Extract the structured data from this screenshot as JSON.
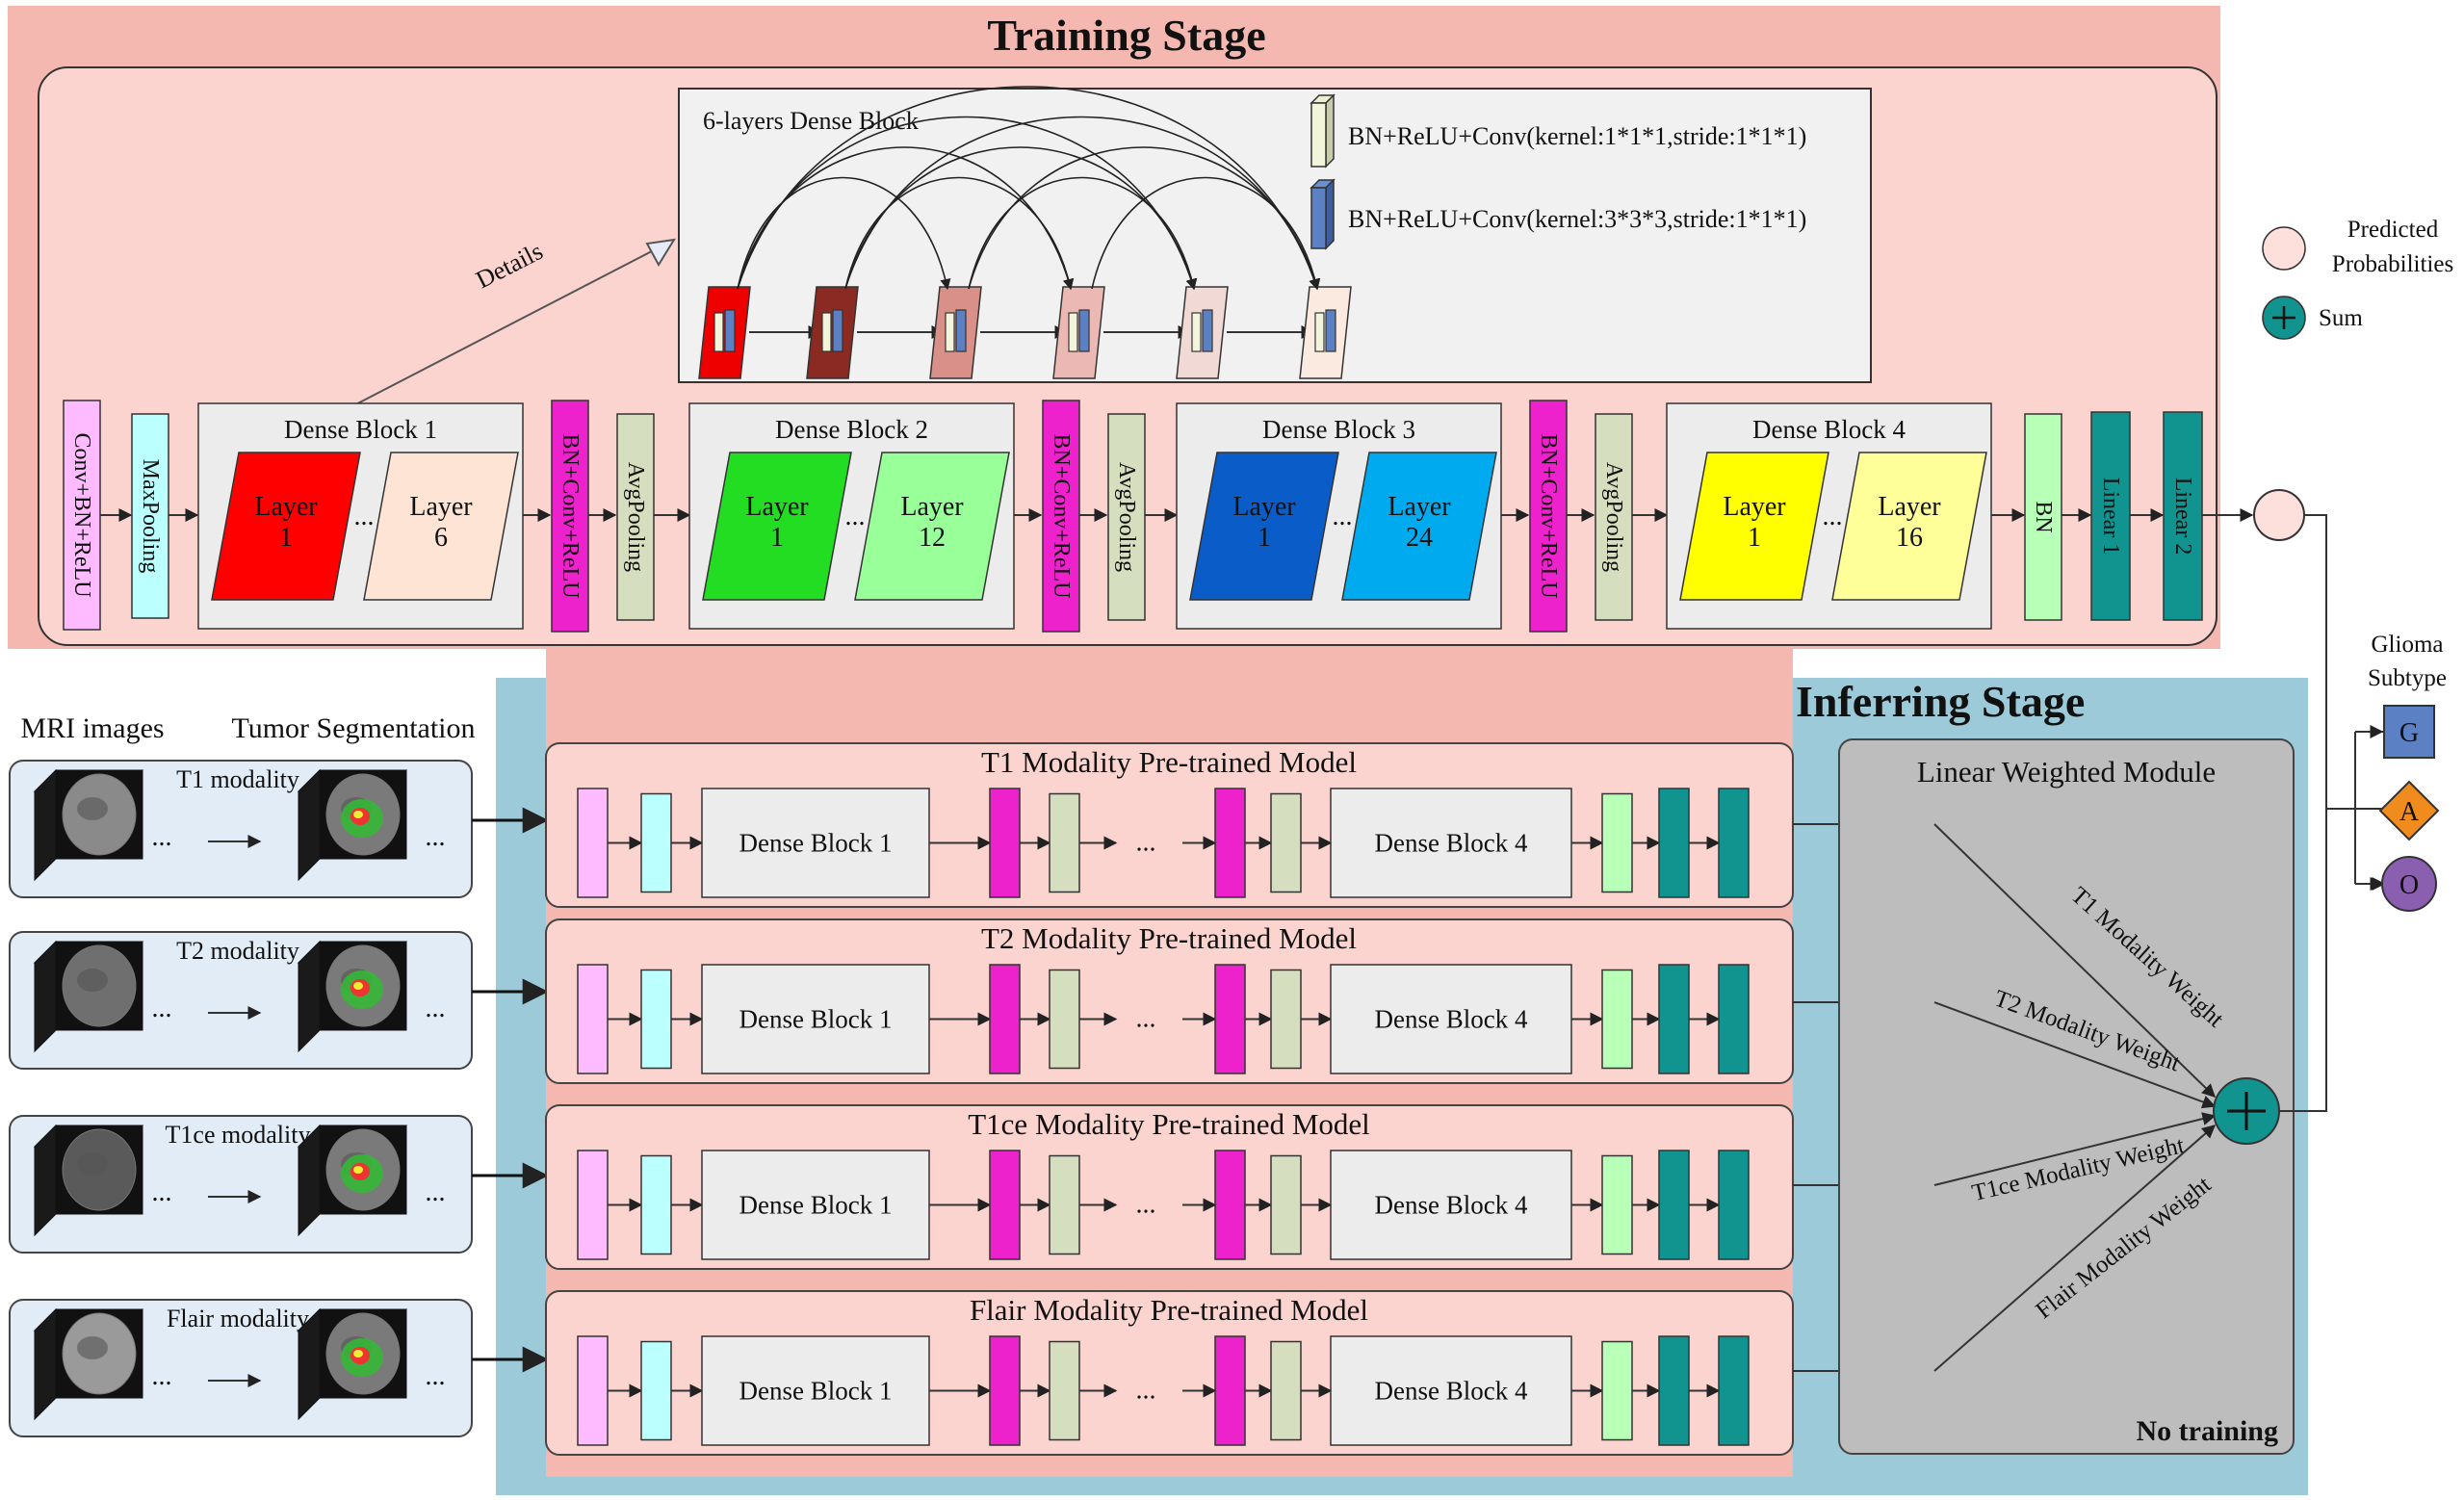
{
  "training": {
    "title": "Training Stage",
    "details_label": "Details",
    "dense_detail": {
      "title": "6-layers Dense Block",
      "legend": [
        "BN+ReLU+Conv(kernel:1*1*1,stride:1*1*1)",
        "BN+ReLU+Conv(kernel:3*3*3,stride:1*1*1)"
      ]
    },
    "stem": {
      "conv": "Conv+BN+ReLU",
      "pool": "MaxPooling"
    },
    "transition": {
      "conv": "BN+Conv+ReLU",
      "pool": "AvgPooling"
    },
    "dense_blocks": [
      {
        "title": "Dense Block 1",
        "first": "Layer\n1",
        "last": "Layer\n6",
        "color_a": "#ff0000",
        "color_b": "#fde4d4"
      },
      {
        "title": "Dense Block 2",
        "first": "Layer\n1",
        "last": "Layer\n12",
        "color_a": "#22dd22",
        "color_b": "#99ff99"
      },
      {
        "title": "Dense Block 3",
        "first": "Layer\n1",
        "last": "Layer\n24",
        "color_a": "#0a5cc8",
        "color_b": "#00aaee"
      },
      {
        "title": "Dense Block 4",
        "first": "Layer\n1",
        "last": "Layer\n16",
        "color_a": "#ffff00",
        "color_b": "#ffff99"
      }
    ],
    "ellipsis": "...",
    "head": {
      "bn": "BN",
      "linear1": "Linear 1",
      "linear2": "Linear 2"
    }
  },
  "legend": {
    "predicted": "Predicted\nProbabilities",
    "sum": "Sum"
  },
  "output": {
    "title": "Glioma\nSubtype",
    "classes": [
      "G",
      "A",
      "O"
    ]
  },
  "inferring": {
    "title": "Inferring Stage",
    "mri_header": "MRI images",
    "seg_header": "Tumor Segmentation",
    "modalities": [
      {
        "input_label": "T1 modality",
        "model_title": "T1 Modality Pre-trained Model",
        "weight": "T1 Modality Weight"
      },
      {
        "input_label": "T2 modality",
        "model_title": "T2 Modality Pre-trained Model",
        "weight": "T2 Modality Weight"
      },
      {
        "input_label": "T1ce modality",
        "model_title": "T1ce Modality Pre-trained Model",
        "weight": "T1ce Modality Weight"
      },
      {
        "input_label": "Flair modality",
        "model_title": "Flair Modality Pre-trained Model",
        "weight": "Flair Modality Weight"
      }
    ],
    "dots": "...",
    "block1": "Dense Block 1",
    "block4": "Dense Block 4",
    "lwm_title": "Linear Weighted Module",
    "no_training": "No training"
  },
  "colors": {
    "training_bg": "#f4b8b0",
    "training_inner": "#fbd3cf",
    "infer_bg": "#9ccad9",
    "magenta": "#ee22cc",
    "teal": "#11948f",
    "pink_light": "#ffbbff",
    "cyan_light": "#bbffff",
    "sage": "#d5dfc0",
    "mint": "#b8ffb8"
  }
}
